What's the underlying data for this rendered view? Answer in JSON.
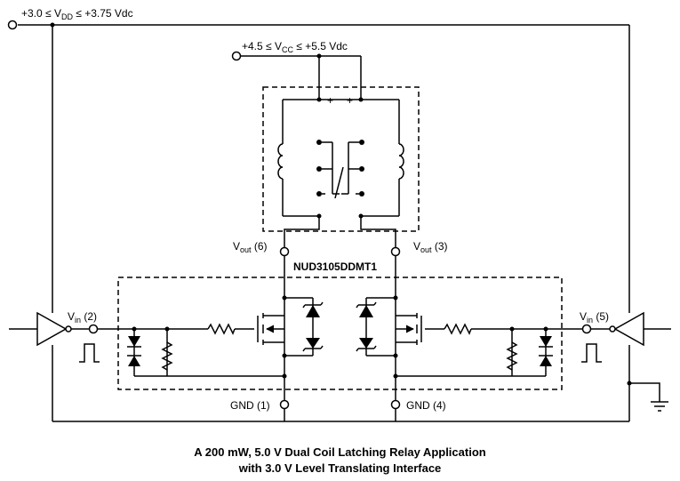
{
  "labels": {
    "vdd_range": "+3.0 ≤ V",
    "vdd_sub": "DD",
    "vdd_tail": " ≤ +3.75 Vdc",
    "vcc_range": "+4.5 ≤ V",
    "vcc_sub": "CC",
    "vcc_tail": " ≤ +5.5 Vdc",
    "plus": "+",
    "vout6_v": "V",
    "vout6_sub": "out",
    "vout6_pin": " (6)",
    "vout3_v": "V",
    "vout3_sub": "out",
    "vout3_pin": " (3)",
    "part_number": "NUD3105DDMT1",
    "vin2_v": "V",
    "vin2_sub": "in",
    "vin2_pin": " (2)",
    "vin5_v": "V",
    "vin5_sub": "in",
    "vin5_pin": " (5)",
    "gnd1": "GND (1)",
    "gnd4": "GND (4)"
  },
  "caption": {
    "line1": "A 200 mW, 5.0 V Dual Coil Latching Relay Application",
    "line2": "with 3.0 V Level Translating Interface"
  },
  "colors": {
    "line": "#000000",
    "background": "#ffffff"
  }
}
